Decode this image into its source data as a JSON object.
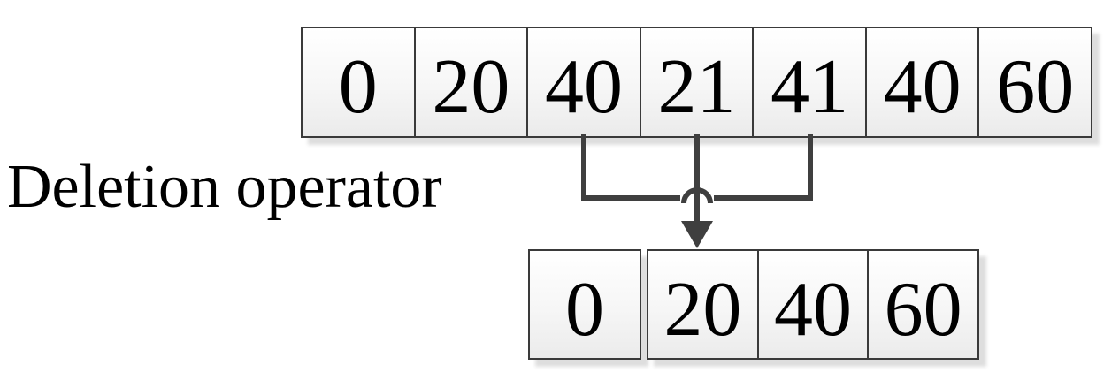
{
  "diagram": {
    "label": "Deletion operator",
    "top_array": {
      "cells": [
        "0",
        "20",
        "40",
        "21",
        "41",
        "40",
        "60"
      ]
    },
    "result_array_left": {
      "cells": [
        "0"
      ]
    },
    "result_array_right": {
      "cells": [
        "20",
        "40",
        "60"
      ]
    },
    "operation": {
      "selected_cells": [
        "40",
        "21",
        "41"
      ],
      "arrow_direction": "down"
    }
  },
  "colors": {
    "line": "#3f3f3f",
    "cell_border": "#3a3a3a",
    "cell_bg_top": "#ffffff",
    "cell_bg_mid": "#f6f6f6",
    "cell_bg_bottom": "#ebebeb",
    "shadow": "#dedede",
    "text": "#000000"
  }
}
